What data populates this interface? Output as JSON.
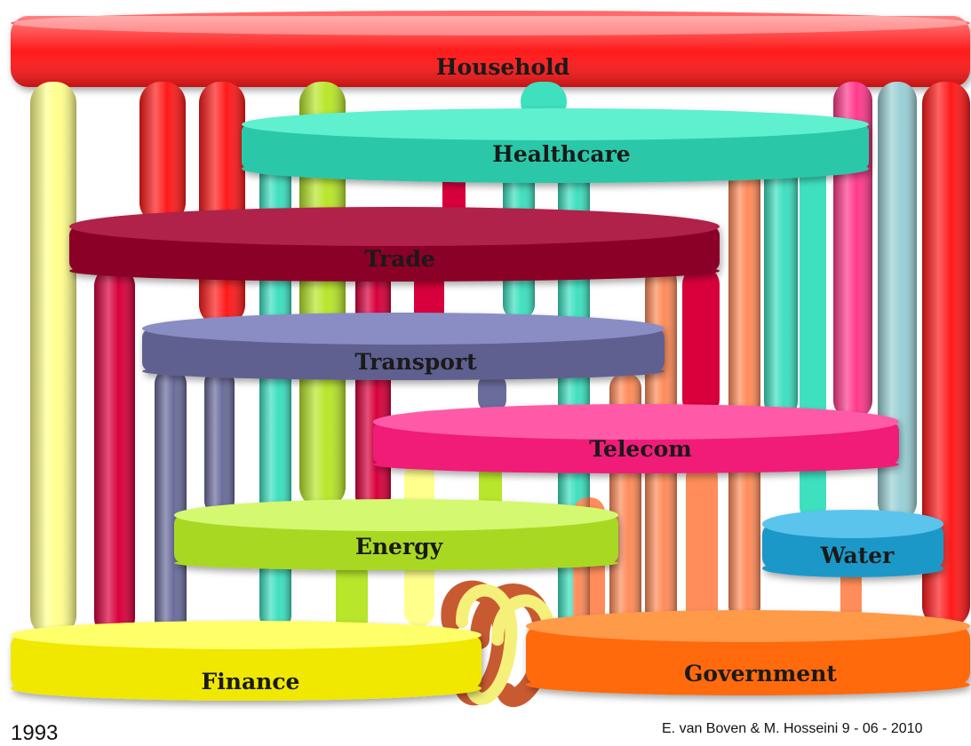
{
  "sectors": {
    "household": "Household",
    "healthcare": "Healthcare",
    "trade": "Trade",
    "transport": "Transport",
    "telecom": "Telecom",
    "energy": "Energy",
    "water": "Water",
    "finance": "Finance",
    "government": "Government"
  },
  "footer": {
    "year": "1993",
    "credit": "E. van Boven & M. Hosseini 9 - 06 - 2010"
  },
  "colors": {
    "household": "#ff1a1a",
    "healthcare": "#3ee0c0",
    "trade": "#9a0030",
    "transport": "#6a6c9c",
    "telecom": "#ff2a85",
    "energy": "#b8e62a",
    "water": "#2aa8d8",
    "finance": "#ffff1a",
    "government": "#ff7a1a"
  }
}
